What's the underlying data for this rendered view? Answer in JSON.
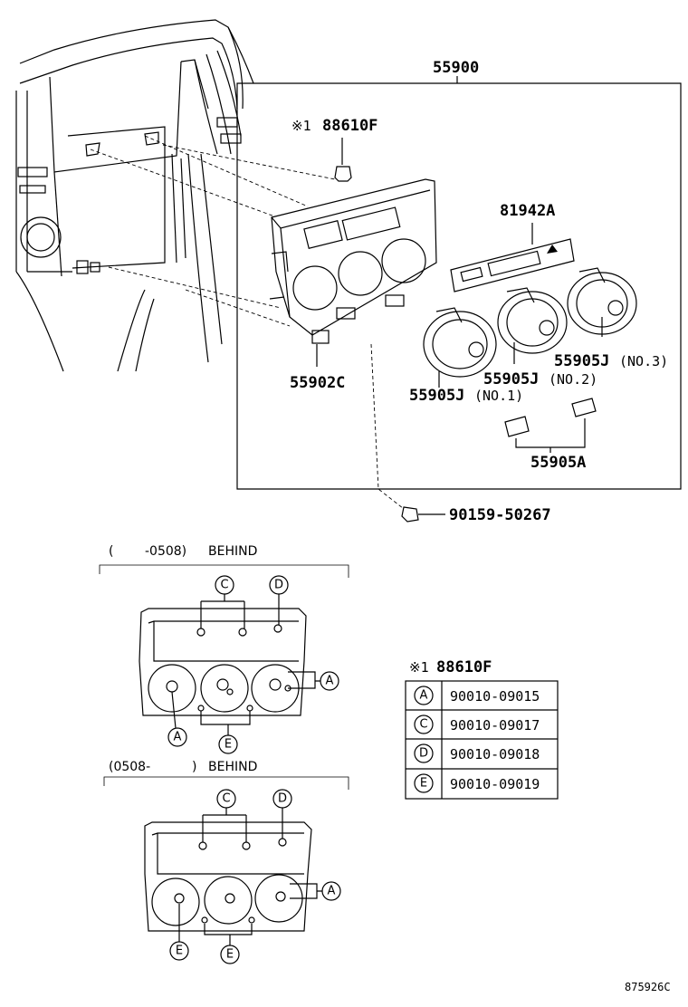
{
  "main_assembly": {
    "part_no": "55900"
  },
  "callouts": {
    "clip": {
      "mark": "※1",
      "part_no": "88610F"
    },
    "panel": {
      "part_no": "81942A"
    },
    "housing": {
      "part_no": "55902C"
    },
    "knob_1": {
      "part_no": "55905J",
      "suffix": "(NO.1)"
    },
    "knob_2": {
      "part_no": "55905J",
      "suffix": "(NO.2)"
    },
    "knob_3": {
      "part_no": "55905J",
      "suffix": "(NO.3)"
    },
    "buttons": {
      "part_no": "55905A"
    },
    "screw": {
      "part_no": "90159-50267"
    }
  },
  "detail_top": {
    "range_open": "(",
    "range_value": "-0508)",
    "view": "BEHIND"
  },
  "detail_bottom": {
    "range_value": "(0508-",
    "range_close": ")",
    "view": "BEHIND"
  },
  "letters": {
    "a": "A",
    "c": "C",
    "d": "D",
    "e": "E"
  },
  "legend": {
    "mark": "※1",
    "title": "88610F",
    "rows": [
      {
        "letter": "A",
        "part_no": "90010-09015"
      },
      {
        "letter": "C",
        "part_no": "90010-09017"
      },
      {
        "letter": "D",
        "part_no": "90010-09018"
      },
      {
        "letter": "E",
        "part_no": "90010-09019"
      }
    ]
  },
  "figure_id": "875926C"
}
